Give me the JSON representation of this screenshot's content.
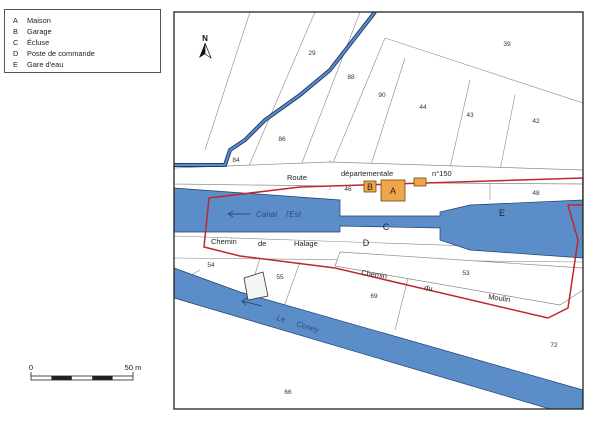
{
  "legend": {
    "items": [
      {
        "key": "A",
        "label": "Maison"
      },
      {
        "key": "B",
        "label": "Garage"
      },
      {
        "key": "C",
        "label": "Écluse"
      },
      {
        "key": "D",
        "label": "Poste de commande"
      },
      {
        "key": "E",
        "label": "Gare d'eau"
      }
    ]
  },
  "scale": {
    "start_label": "0",
    "end_label": "50 m"
  },
  "north": {
    "label": "N"
  },
  "map": {
    "water_labels": {
      "canal_1": "Canal",
      "canal_2": "l'Est",
      "river_1": "Le",
      "river_2": "Coney"
    },
    "road_labels": {
      "route": "Route",
      "departementale": "départementale",
      "number": "n°150",
      "chemin_1": "Chemin",
      "de": "de",
      "halage": "Halage",
      "chemin_2": "Chemin",
      "du": "du",
      "moulin": "Moulin"
    },
    "feature_letters": {
      "a": "A",
      "b": "B",
      "c": "C",
      "d": "D",
      "e": "E"
    },
    "parcels": [
      "29",
      "39",
      "88",
      "90",
      "44",
      "86",
      "43",
      "42",
      "84",
      "46",
      "48",
      "54",
      "55",
      "53",
      "69",
      "72",
      "66"
    ],
    "colors": {
      "water": "#5b8ec8",
      "water_edge": "#1f3f6e",
      "boundary": "#c0272d",
      "building": "#f0a54a",
      "building_edge": "#6b4a12"
    }
  }
}
